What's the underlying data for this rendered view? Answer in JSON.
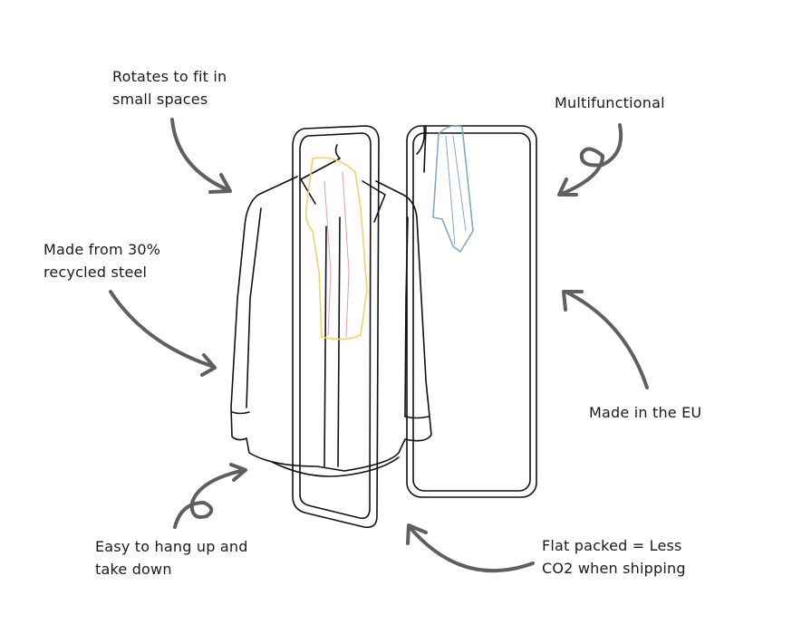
{
  "annotations": {
    "rotates": [
      "Rotates to fit in",
      "small spaces"
    ],
    "multifunctional": [
      "Multifunctional"
    ],
    "recycled": [
      "Made from 30%",
      "recycled steel"
    ],
    "made_in_eu": [
      "Made in the EU"
    ],
    "easy_hang": [
      "Easy to hang up and",
      "take down"
    ],
    "flat_packed": [
      "Flat packed = Less",
      "CO2 when shipping"
    ]
  },
  "colors": {
    "arrow": "#5f5f5f",
    "line": "#111111",
    "scarf": "#f0d36a",
    "scarf_accent": "#e79ab0",
    "tie": "#7fa9c9"
  }
}
